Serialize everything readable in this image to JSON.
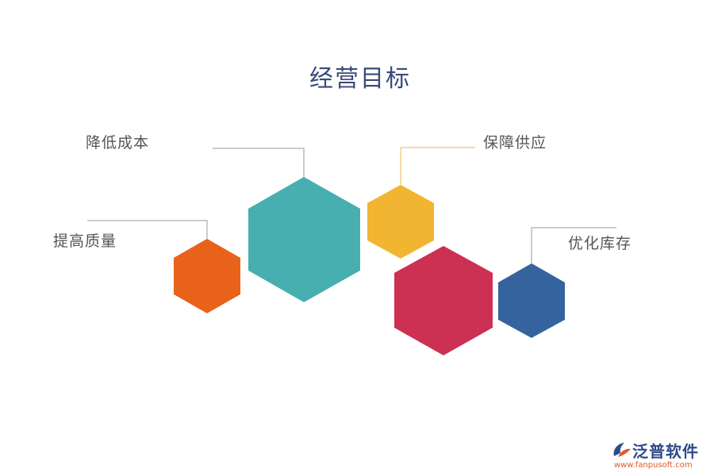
{
  "title": "经营目标",
  "goals": [
    {
      "id": "cost",
      "label": "降低成本",
      "color": "#47afaf"
    },
    {
      "id": "quality",
      "label": "提高质量",
      "color": "#e8621c"
    },
    {
      "id": "supply",
      "label": "保障供应",
      "color": "#f2b531"
    },
    {
      "id": "extra",
      "label": "",
      "color": "#cc3052"
    },
    {
      "id": "inventory",
      "label": "优化库存",
      "color": "#35639e"
    }
  ],
  "logo": {
    "name": "泛普软件",
    "url": "www.fanpusoft.com",
    "mark_icon": "fanpu-logo-icon"
  }
}
